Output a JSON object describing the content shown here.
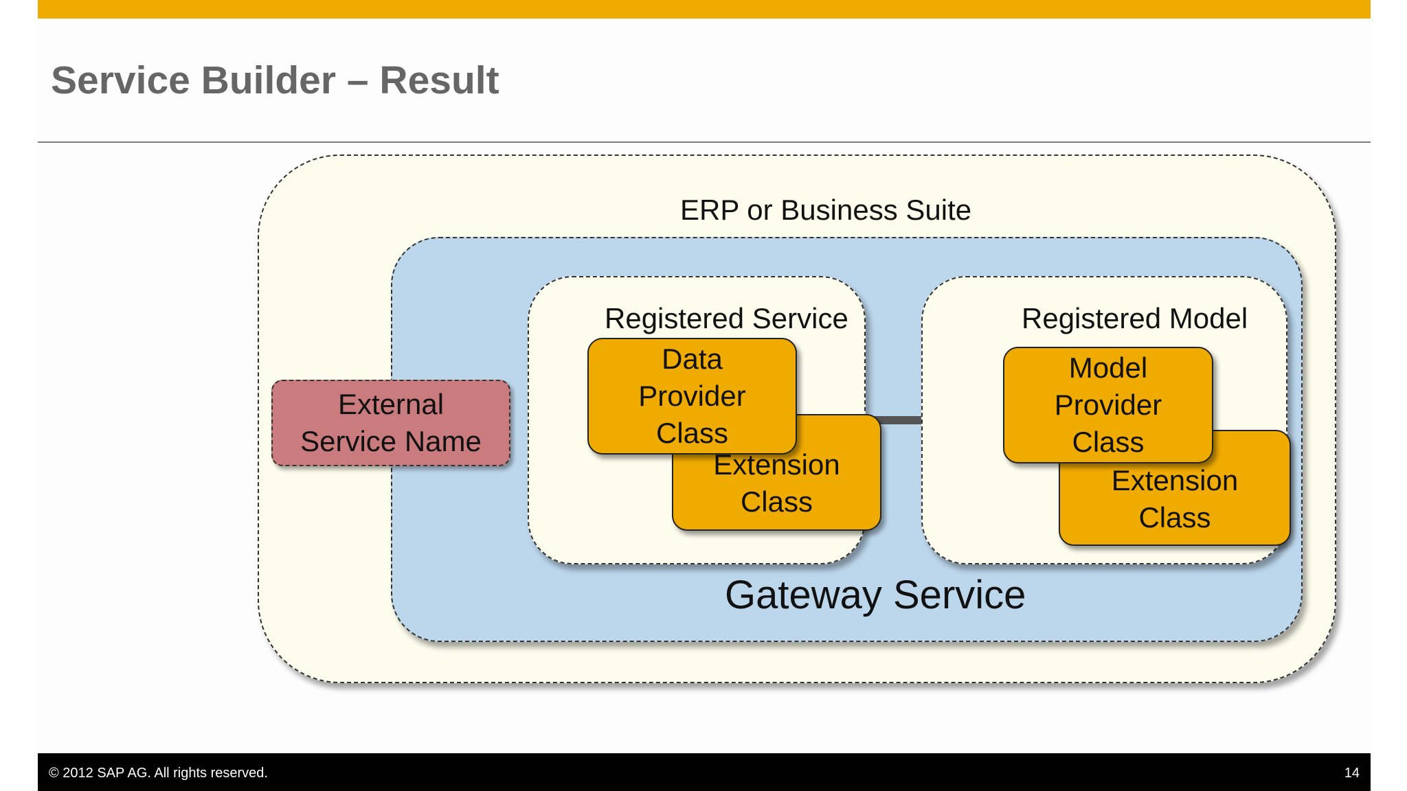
{
  "slide": {
    "title": "Service Builder – Result",
    "footer_copyright": "©  2012 SAP AG. All rights reserved.",
    "page_number": "14"
  },
  "diagram": {
    "erp_label": "ERP or Business Suite",
    "gateway_label": "Gateway Service",
    "external_service_name": "External\nService Name",
    "registered_service": {
      "label": "Registered Service",
      "primary_class": "Data\nProvider\nClass",
      "extension_class": "Extension\nClass"
    },
    "registered_model": {
      "label": "Registered Model",
      "primary_class": "Model\nProvider\nClass",
      "extension_class": "Extension\nClass"
    }
  },
  "colors": {
    "accent_bar": "#f0ab00",
    "class_box": "#f0ab00",
    "gateway_fill": "#bcd6ec",
    "erp_fill": "#fdfdee",
    "external_name_fill": "#c97b7e",
    "footer": "#000000"
  }
}
